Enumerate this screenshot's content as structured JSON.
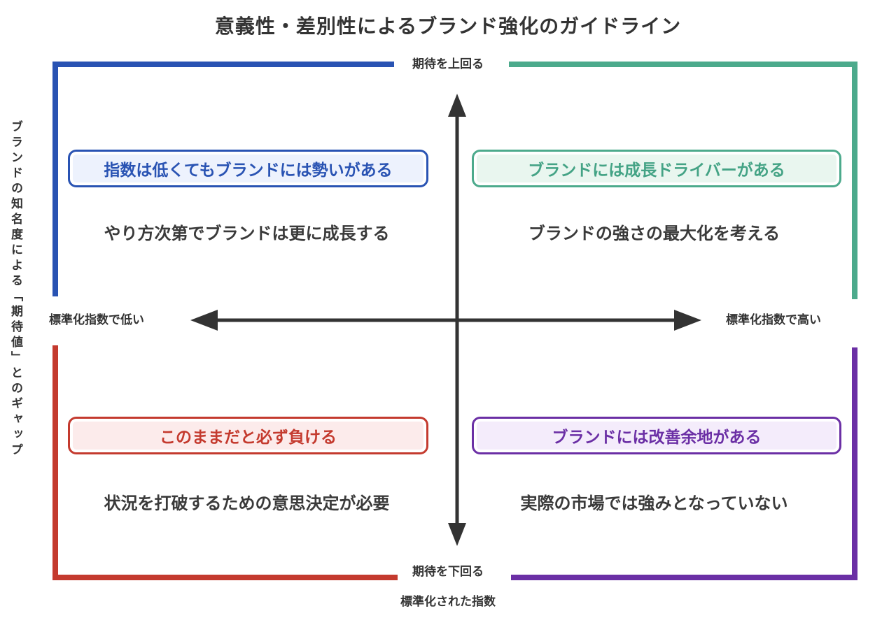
{
  "title": "意義性・差別性によるブランド強化のガイドライン",
  "y_axis": {
    "label": "ブランドの知名度による「期待値」とのギャップ"
  },
  "x_axis": {
    "title": "標準化された指数",
    "low_label": "標準化指数で低い",
    "high_label": "標準化指数で高い"
  },
  "edges": {
    "top": "期待を上回る",
    "bottom": "期待を下回る"
  },
  "quadrants": {
    "top_left": {
      "badge": "指数は低くてもブランドには勢いがある",
      "description": "やり方次第でブランドは更に成長する",
      "color": "#2953b3",
      "background": "#edf2fd"
    },
    "top_right": {
      "badge": "ブランドには成長ドライバーがある",
      "description": "ブランドの強さの最大化を考える",
      "color": "#4caa8c",
      "background": "#e9f6ef"
    },
    "bottom_left": {
      "badge": "このままだと必ず負ける",
      "description": "状況を打破するための意思決定が必要",
      "color": "#c43a2e",
      "background": "#fcebeb"
    },
    "bottom_right": {
      "badge": "ブランドには改善余地がある",
      "description": "実際の市場では強みとなっていない",
      "color": "#6b2fa5",
      "background": "#f4ecfb"
    }
  },
  "colors": {
    "axis_arrows": "#333333",
    "text": "#333333"
  }
}
